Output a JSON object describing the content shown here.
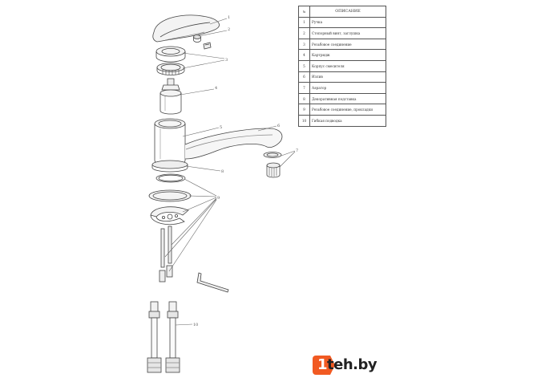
{
  "table": {
    "col_no": "№",
    "col_desc": "ОПИСАНИЕ",
    "rows": [
      {
        "no": "1",
        "desc": "Ручка"
      },
      {
        "no": "2",
        "desc": "Стопорный винт, заглушка"
      },
      {
        "no": "3",
        "desc": "Резьбовое соединение"
      },
      {
        "no": "4",
        "desc": "Картридж"
      },
      {
        "no": "5",
        "desc": "Корпус смесителя"
      },
      {
        "no": "6",
        "desc": "Излив"
      },
      {
        "no": "7",
        "desc": "Аэратор"
      },
      {
        "no": "8",
        "desc": "Декоративная подставка"
      },
      {
        "no": "9",
        "desc": "Резьбовое соединение, прокладки"
      },
      {
        "no": "10",
        "desc": "Гибкая подводка"
      }
    ]
  },
  "callouts": [
    "1",
    "2",
    "3",
    "4",
    "5",
    "6",
    "7",
    "8",
    "9",
    "10"
  ],
  "logo": {
    "mark": "1",
    "text": "teh.by",
    "accent_color": "#f15a22"
  }
}
